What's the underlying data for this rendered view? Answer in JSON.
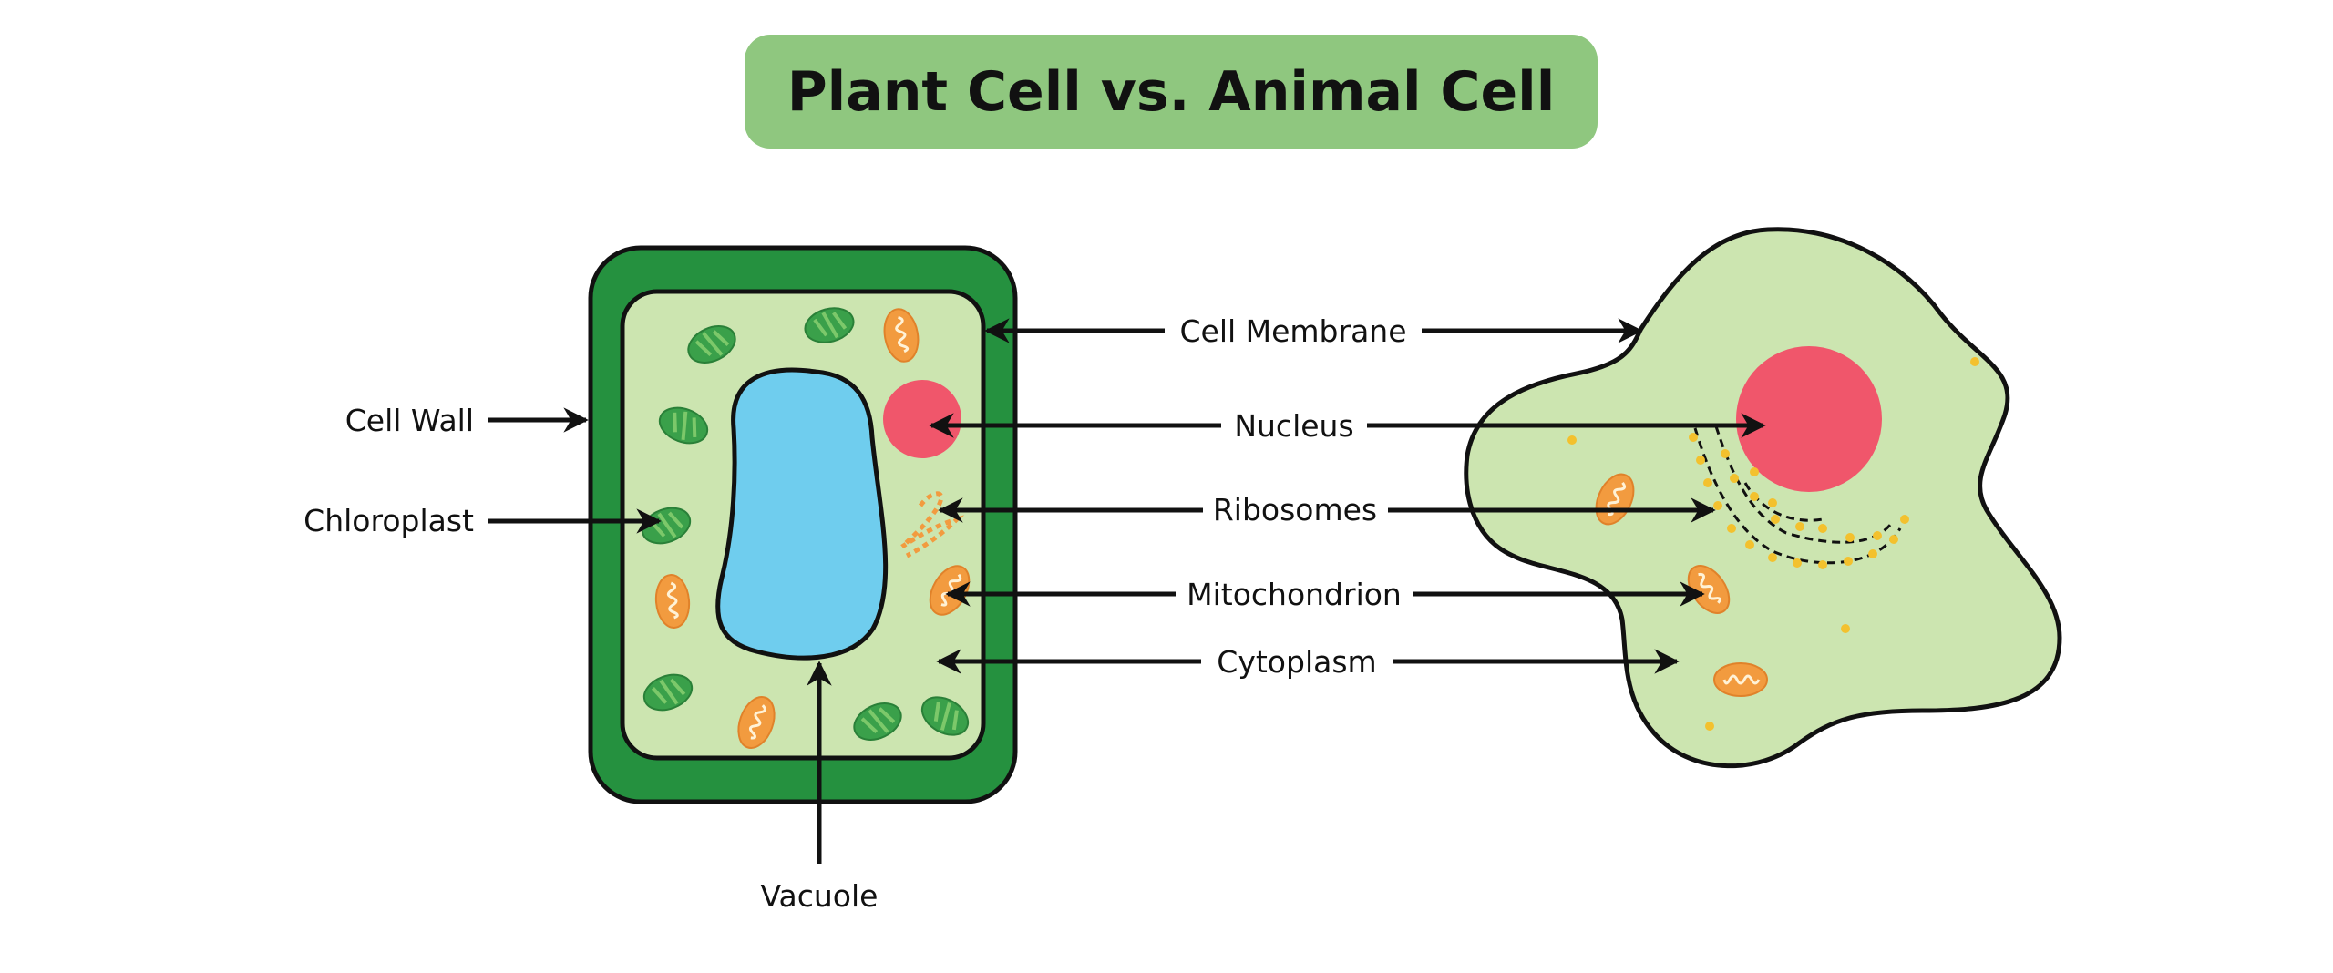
{
  "title": "Plant Cell vs. Animal Cell",
  "labels": {
    "cell_wall": "Cell Wall",
    "chloroplast": "Chloroplast",
    "vacuole": "Vacuole",
    "cell_membrane": "Cell Membrane",
    "nucleus": "Nucleus",
    "ribosomes": "Ribosomes",
    "mitochondrion": "Mitochondrion",
    "cytoplasm": "Cytoplasm"
  },
  "colors": {
    "title_bg": "#8fc77f",
    "cell_wall": "#25913f",
    "cytoplasm": "#cce5b0",
    "vacuole": "#6fcdee",
    "nucleus": "#f0566b",
    "mitochondrion": "#f29b3f",
    "chloroplast": "#3aa04a",
    "ribosome": "#f3c12e"
  }
}
